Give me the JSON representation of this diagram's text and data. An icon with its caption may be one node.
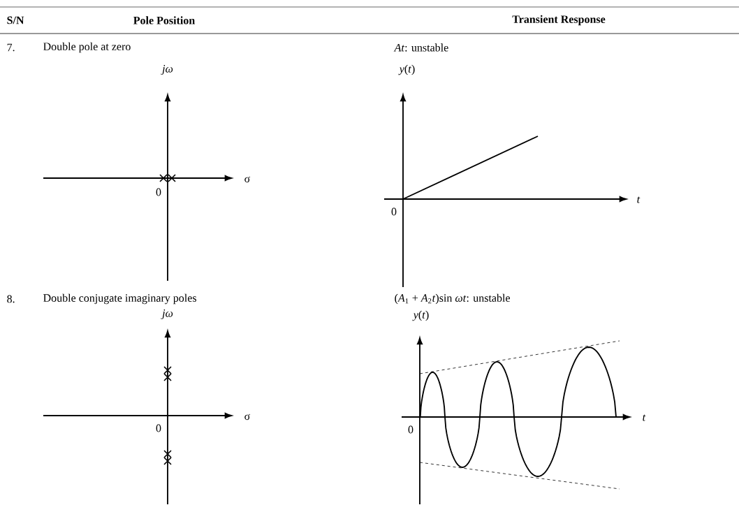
{
  "diagram": {
    "labels": [
      "S/N",
      "Pole Position",
      "Transient Response",
      "7.",
      "Double pole at zero",
      "*At*: unstable",
      "jω",
      "*y*(*t*)",
      "σ",
      "0",
      "t",
      "0",
      "8.",
      "Double conjugate imaginary poles",
      "(*A*$_{1}$ + *A*$_{2}$*t*)sin *ωt*: unstable",
      "jω",
      "*y*(*t*)",
      "σ",
      "0",
      "t",
      "0"
    ]
  }
}
